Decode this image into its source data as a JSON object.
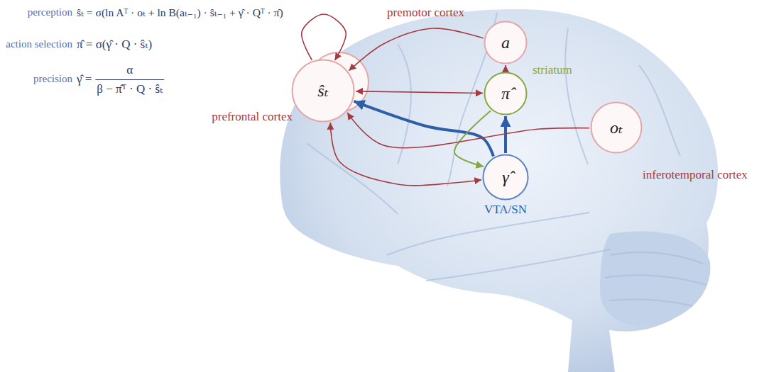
{
  "diagram": {
    "nodes": [
      {
        "text": [
          "a",
          "premotor cortex"
        ]
      },
      {
        "text": [
          "ŝₜ",
          "prefrontal cortex"
        ]
      },
      {
        "text": [
          "π̂",
          "striatum"
        ]
      },
      {
        "text": [
          "oₜ",
          "inferotemporal cortex"
        ]
      },
      {
        "text": [
          "γ̂",
          "VTA/SN"
        ]
      }
    ],
    "edges": [
      {
        "from": 1,
        "to": 1,
        "arrow": "to"
      },
      {
        "from": 0,
        "to": 1,
        "arrow": "to"
      },
      {
        "from": 2,
        "to": 0,
        "arrow": "to"
      },
      {
        "from": 1,
        "to": 2,
        "arrow": "both"
      },
      {
        "from": 4,
        "to": 1,
        "arrow": "to"
      },
      {
        "from": 4,
        "to": 2,
        "arrow": "to"
      },
      {
        "from": 2,
        "to": 4,
        "arrow": "to"
      },
      {
        "from": 1,
        "to": 4,
        "arrow": "both"
      },
      {
        "from": 3,
        "to": 1,
        "arrow": "to"
      }
    ],
    "labels": [
      "perception",
      "ŝₜ = σ(ln Aᵀ · oₜ + ln B(aₜ₋₁) · ŝₜ₋₁ + γ̂ · Qᵀ · π̂)",
      "action selection",
      "π̂ = σ(γ̂ · Q · ŝₜ)",
      "precision",
      "γ̂ =",
      "α",
      "β − π̂ᵀ · Q · ŝₜ"
    ]
  }
}
